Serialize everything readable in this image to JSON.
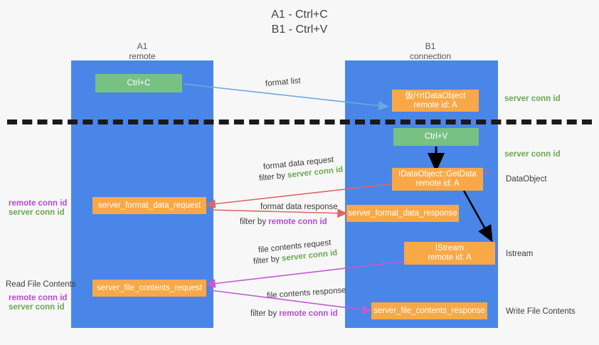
{
  "title": {
    "line1": "A1 - Ctrl+C",
    "line2": "B1 - Ctrl+V"
  },
  "lanes": [
    {
      "name": "A1",
      "sub": "remote"
    },
    {
      "name": "B1",
      "sub": "connection"
    }
  ],
  "boxes": {
    "ctrl_c": "Ctrl+C",
    "ctrl_v": "Ctrl+V",
    "idataobject_formatlist_l1": "仮/ｲrIDataObject",
    "idataobject_formatlist_l2": "remote id: A",
    "getdata_l1": "IDataObject::GetData",
    "getdata_l2": "remote id: A",
    "istream_l1": "IStream",
    "istream_l2": "remote id: A",
    "server_format_data_request": "server_format_data_request",
    "server_format_data_response": "server_format_data_response",
    "server_file_contents_request": "server_file_contents_request",
    "server_file_contents_response": "server_file_contents_response"
  },
  "captions": {
    "format_list": "format list",
    "format_data_request": "format data request",
    "format_data_request_filter_prefix": "filter by ",
    "format_data_request_filter_value": "server conn id",
    "format_data_response": "format data response",
    "format_data_response_filter_prefix": "filter by ",
    "format_data_response_filter_value": "remote conn id",
    "file_contents_request": "file contents request",
    "file_contents_request_filter_prefix": "filter by ",
    "file_contents_request_filter_value": "server conn id",
    "file_contents_response": "file contents response",
    "file_contents_response_filter_prefix": "filter by ",
    "file_contents_response_filter_value": "remote conn id"
  },
  "side_labels": {
    "right_server_conn_id_top": "server conn id",
    "right_server_conn_id_mid": "server conn id",
    "right_dataobject": "DataObject",
    "right_istream": "Istream",
    "right_write_file_contents": "Write File Contents",
    "left_remote_conn_id_1": "remote conn id",
    "left_server_conn_id_1": "server conn id",
    "left_read_file_contents": "Read File Contents",
    "left_remote_conn_id_2": "remote conn id",
    "left_server_conn_id_2": "server conn id"
  },
  "colors": {
    "lane": "#4a86e8",
    "orange": "#f9a847",
    "green_box": "#77c183",
    "green_text": "#6aa84f",
    "magenta_text": "#b84ad1",
    "arrow_blue": "#6fa8dc",
    "arrow_red": "#e06666",
    "arrow_magenta": "#c councils",
    "background": "#f7f7f7",
    "divider": "#1a1a1a"
  }
}
